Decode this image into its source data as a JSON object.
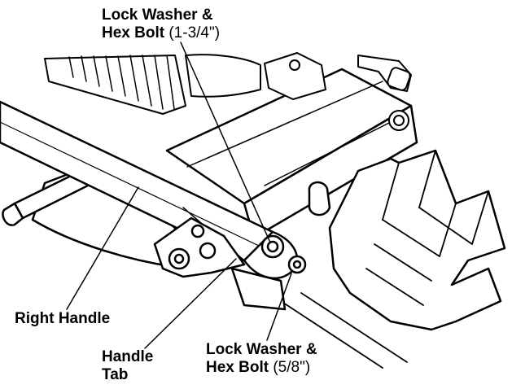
{
  "labels": {
    "top_washer": {
      "line1": "Lock Washer &",
      "line2": "Hex Bolt",
      "size": "(1-3/4\")"
    },
    "right_handle": "Right Handle",
    "handle_tab": {
      "line1": "Handle",
      "line2": "Tab"
    },
    "bottom_washer": {
      "line1": "Lock Washer &",
      "line2": "Hex Bolt",
      "size": "(5/8\")"
    }
  },
  "colors": {
    "ink": "#000000",
    "paper": "#ffffff"
  }
}
